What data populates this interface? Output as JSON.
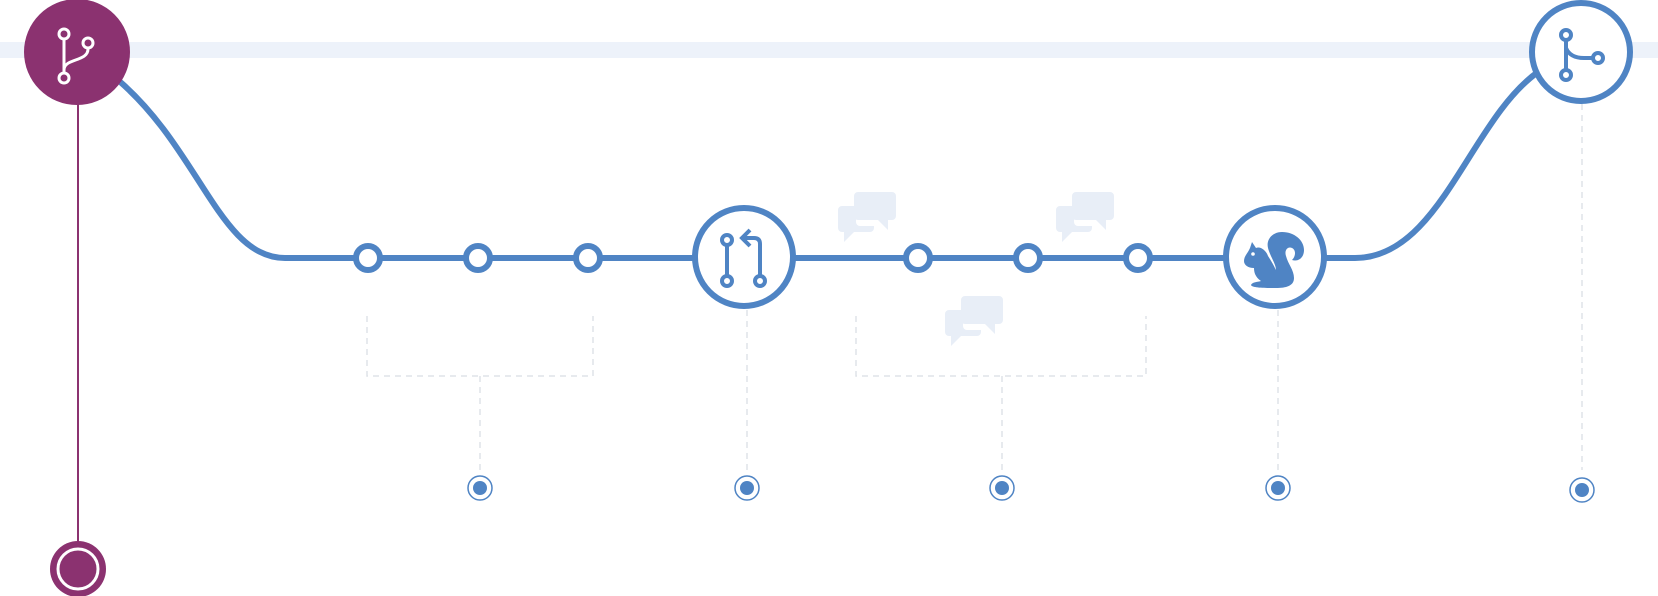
{
  "colors": {
    "main_line": "#4f84c4",
    "branch": "#8b3270",
    "master_band": "#edf2fa",
    "guide": "#dfe3e8",
    "comment": "#e8eef7",
    "background": "#ffffff"
  },
  "icons": {
    "branch_start": "branch-icon",
    "commits": [
      "commit-icon",
      "commit-icon",
      "commit-icon"
    ],
    "pull_request": "pull-request-icon",
    "review_commits": [
      "commit-icon",
      "commit-icon",
      "commit-icon"
    ],
    "deploy": "squirrel-icon",
    "merge": "merge-icon",
    "comments": [
      "comment-icon",
      "comment-icon",
      "comment-icon"
    ],
    "markers": [
      "marker-dot",
      "marker-dot",
      "marker-dot",
      "marker-dot",
      "marker-dot"
    ],
    "end": "branch-end-marker"
  }
}
